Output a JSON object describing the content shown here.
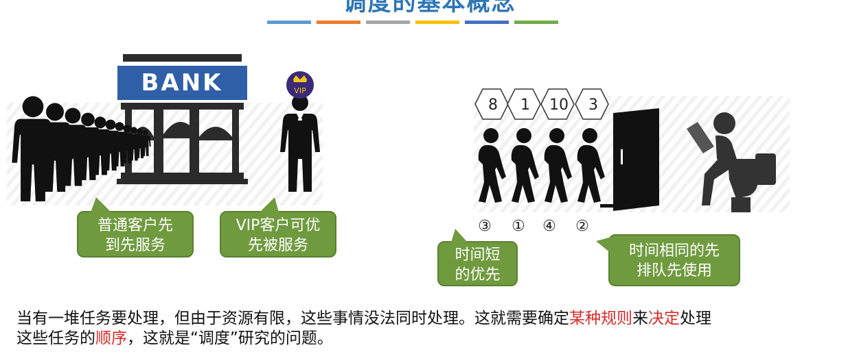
{
  "slide": {
    "title": "调度的基本概念",
    "accent_colors": [
      "#5b9bd5",
      "#ed7d31",
      "#a5a5a5",
      "#ffc000",
      "#4472c4",
      "#70ad47"
    ]
  },
  "bank_scene": {
    "bank_sign": "BANK",
    "vip_badge": "VIP",
    "bubble_normal": {
      "line1": "普通客户先",
      "line2": "到先服务"
    },
    "bubble_vip": {
      "line1": "VIP客户可优",
      "line2": "先被服务"
    }
  },
  "toilet_scene": {
    "durations": [
      "8",
      "1",
      "10",
      "3"
    ],
    "order_marks": [
      "③",
      "①",
      "④",
      "②"
    ],
    "bubble_short": {
      "line1": "时间短",
      "line2": "的优先"
    },
    "bubble_same": {
      "line1": "时间相同的先",
      "line2": "排队先使用"
    }
  },
  "paragraph": {
    "p1": "当有一堆任务要处理，但由于资源有限，这些事情没法同时处理。这就需要确定",
    "h1": "某种规则",
    "p2": "来",
    "h2": "决定",
    "p3": "处理",
    "p4": "这些任务的",
    "h3": "顺序",
    "p5": "，这就是“调度”研究的问题。"
  }
}
